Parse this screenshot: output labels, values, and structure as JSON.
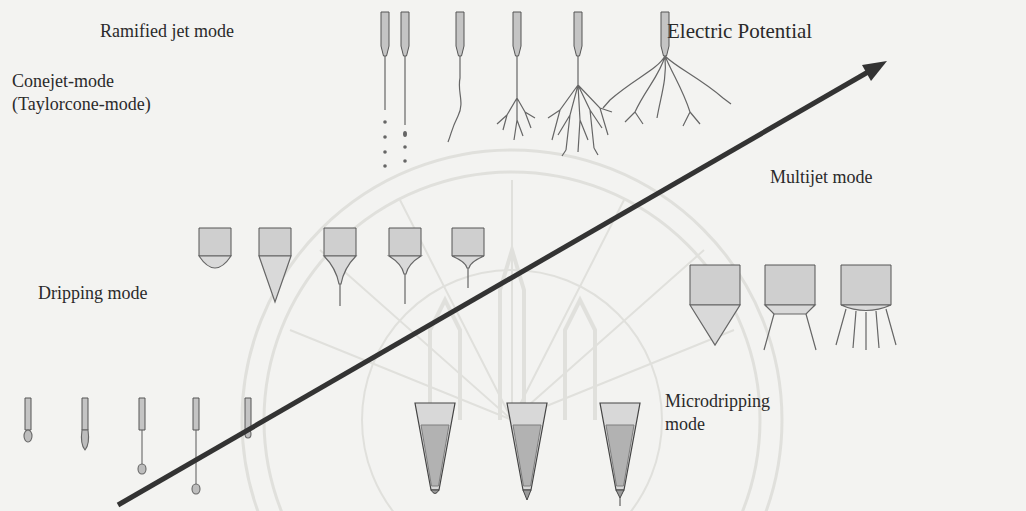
{
  "diagram": {
    "labels": [
      "Ramified jet mode",
      "Electric Potential",
      "Conejet-mode (Taylorcone-mode)",
      "Multijet mode",
      "Dripping mode",
      "Microdripping mode"
    ]
  }
}
